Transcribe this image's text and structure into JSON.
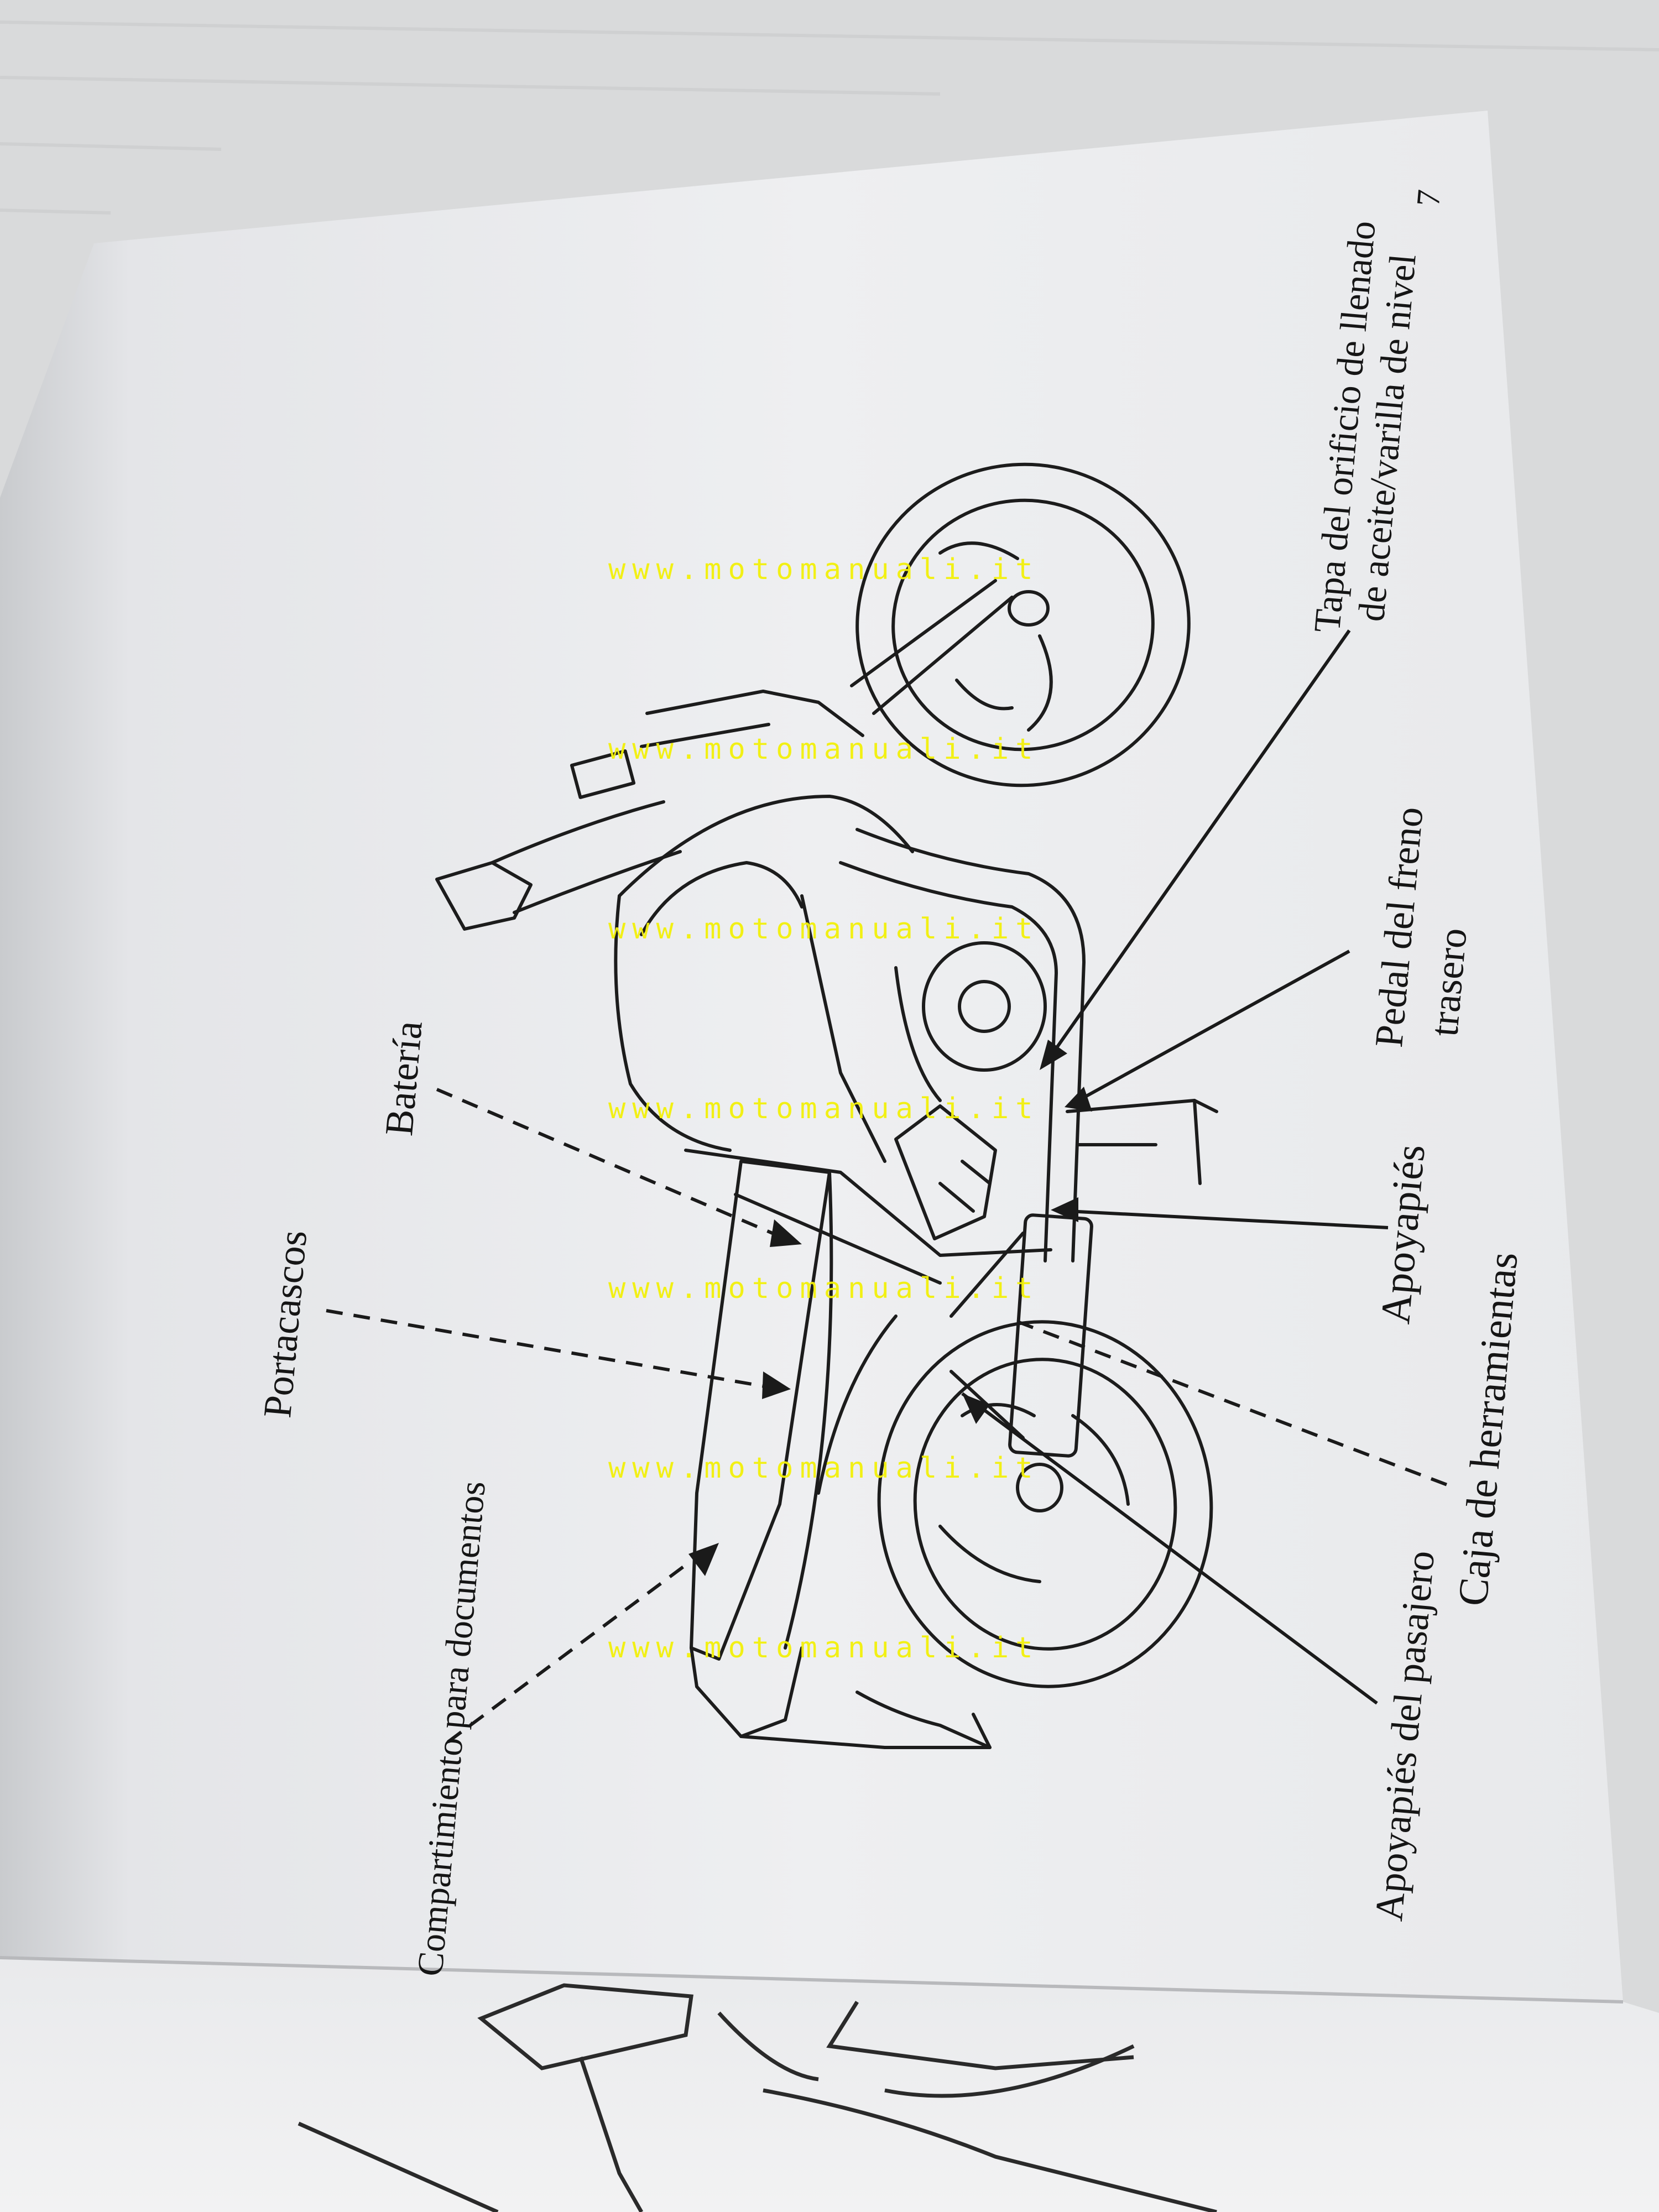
{
  "page_number": "7",
  "watermark": "www.motomanuali.it",
  "labels": {
    "tapa_aceite_line1": "Tapa del orificio de llenado",
    "tapa_aceite_line2": "de aceite/varilla de nivel",
    "pedal_freno_line1": "Pedal del freno",
    "pedal_freno_line2": "trasero",
    "apoyapies": "Apoyapiés",
    "caja_herramientas": "Caja de herramientas",
    "apoyapies_pasajero": "Apoyapiés del pasajero",
    "bateria": "Batería",
    "portacascos": "Portacascos",
    "compartimiento": "Compartimiento para documentos"
  },
  "colors": {
    "paper": "#ecedef",
    "ink": "#1a1a1a",
    "watermark": "#f3f10a",
    "background": "#d9dadb"
  }
}
